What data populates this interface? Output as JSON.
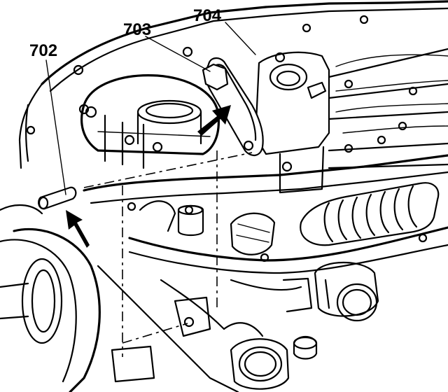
{
  "callouts": {
    "c702": "702",
    "c703": "703",
    "c704": "704"
  },
  "colors": {
    "ink": "#000000",
    "paper": "#ffffff"
  }
}
